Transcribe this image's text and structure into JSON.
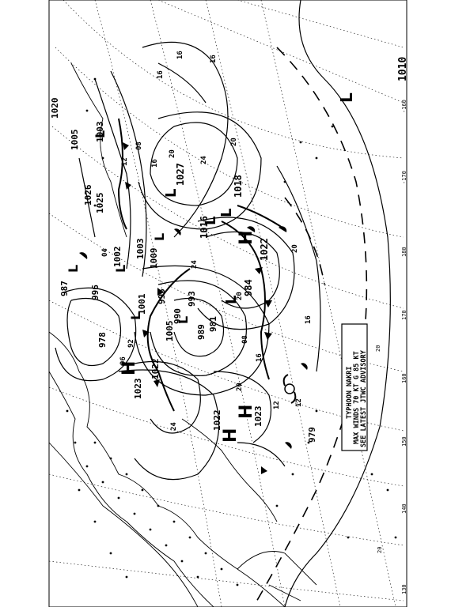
{
  "map": {
    "advisory": {
      "lines": [
        "TYPHOON NAKRI",
        "MAX WINDS 70 KT G 85 KT",
        "SEE LATEST JTWC ADVISORY"
      ]
    },
    "longitude_labels": [
      "-160",
      "-170",
      "180",
      "170",
      "160",
      "150",
      "140",
      "130"
    ],
    "latitude_labels": [
      "20",
      "20"
    ],
    "pressure_centers": [
      {
        "type": "L",
        "value": "1010"
      },
      {
        "type": "L",
        "value": "1027"
      },
      {
        "type": "L",
        "value": "1016"
      },
      {
        "type": "L",
        "value": "1018"
      },
      {
        "type": "H",
        "value": "1022"
      },
      {
        "type": "L",
        "value": "984"
      },
      {
        "type": "L",
        "value": "981"
      },
      {
        "type": "L",
        "value": "990"
      },
      {
        "type": "L",
        "value": "989"
      },
      {
        "type": "L",
        "value": "993"
      },
      {
        "type": "L",
        "value": "995"
      },
      {
        "type": "L",
        "value": "1001"
      },
      {
        "type": "L",
        "value": "1005"
      },
      {
        "type": "L",
        "value": "1009"
      },
      {
        "type": "L",
        "value": "1003"
      },
      {
        "type": "L",
        "value": "1002"
      },
      {
        "type": "L",
        "value": "996"
      },
      {
        "type": "L",
        "value": "978"
      },
      {
        "type": "L",
        "value": "987"
      },
      {
        "type": "H",
        "value": "1026"
      },
      {
        "type": "H",
        "value": "1025"
      },
      {
        "type": "L",
        "value": "1005"
      },
      {
        "type": "L",
        "value": "1003"
      },
      {
        "type": "H",
        "value": "1020"
      },
      {
        "type": "H",
        "value": "1023"
      },
      {
        "type": "H",
        "value": "1023"
      },
      {
        "type": "H",
        "value": "1022"
      },
      {
        "type": "H",
        "value": "1022"
      },
      {
        "type": "L",
        "value": "979"
      }
    ],
    "isobar_labels": [
      "16",
      "16",
      "16",
      "20",
      "20",
      "24",
      "24",
      "20",
      "16",
      "12",
      "08",
      "04",
      "96",
      "92",
      "12",
      "08",
      "20",
      "12",
      "16",
      "24",
      "20",
      "16"
    ]
  }
}
